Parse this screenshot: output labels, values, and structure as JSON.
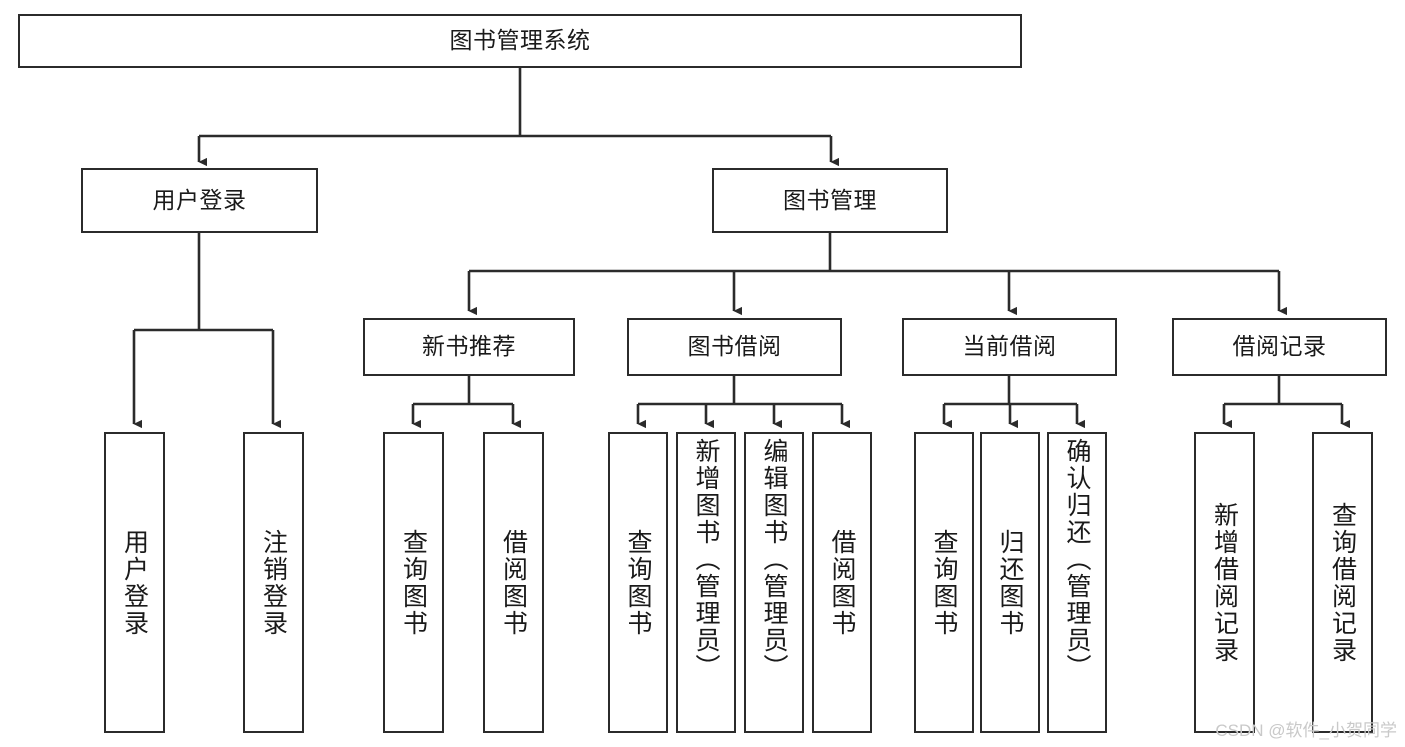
{
  "diagram": {
    "type": "tree-hierarchy",
    "title": "图书管理系统",
    "watermark": "CSDN @软件_小贺同学",
    "colors": {
      "box_border": "#2b2b2b",
      "box_fill": "#ffffff",
      "connector": "#2b2b2b",
      "text": "#1a1a1a",
      "watermark": "#c9c9c9"
    },
    "nodes": {
      "root": {
        "label": "图书管理系统",
        "orientation": "horizontal"
      },
      "level2": [
        {
          "label": "用户登录",
          "orientation": "horizontal"
        },
        {
          "label": "图书管理",
          "orientation": "horizontal"
        }
      ],
      "level3": [
        {
          "label": "新书推荐",
          "orientation": "horizontal"
        },
        {
          "label": "图书借阅",
          "orientation": "horizontal"
        },
        {
          "label": "当前借阅",
          "orientation": "horizontal"
        },
        {
          "label": "借阅记录",
          "orientation": "horizontal"
        }
      ],
      "leaves": {
        "user_login": [
          {
            "label": "用户登录",
            "orientation": "vertical"
          },
          {
            "label": "注销登录",
            "orientation": "vertical"
          }
        ],
        "new_book_recommend": [
          {
            "label": "查询图书",
            "orientation": "vertical"
          },
          {
            "label": "借阅图书",
            "orientation": "vertical"
          }
        ],
        "book_borrow": [
          {
            "label": "查询图书",
            "orientation": "vertical"
          },
          {
            "label": "新增图书（管理员）",
            "orientation": "vertical"
          },
          {
            "label": "编辑图书（管理员）",
            "orientation": "vertical"
          },
          {
            "label": "借阅图书",
            "orientation": "vertical"
          }
        ],
        "current_borrow": [
          {
            "label": "查询图书",
            "orientation": "vertical"
          },
          {
            "label": "归还图书",
            "orientation": "vertical"
          },
          {
            "label": "确认归还（管理员）",
            "orientation": "vertical"
          }
        ],
        "borrow_record": [
          {
            "label": "新增借阅记录",
            "orientation": "vertical"
          },
          {
            "label": "查询借阅记录",
            "orientation": "vertical"
          }
        ]
      }
    }
  }
}
